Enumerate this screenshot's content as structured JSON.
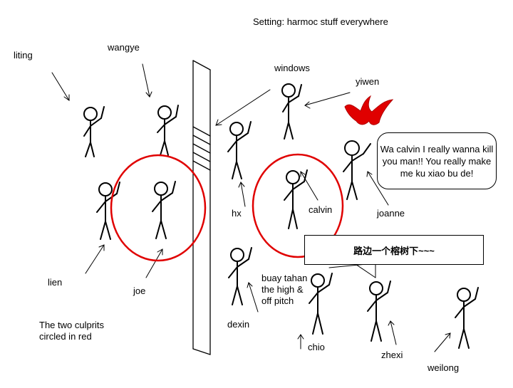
{
  "setting": "Setting: harmoc stuff everywhere",
  "people": {
    "liting": "liting",
    "wangye": "wangye",
    "windows": "windows",
    "yiwen": "yiwen",
    "hx": "hx",
    "calvin": "calvin",
    "joanne": "joanne",
    "lien": "lien",
    "joe": "joe",
    "dexin": "dexin",
    "chio": "chio",
    "zhexi": "zhexi",
    "weilong": "weilong"
  },
  "speech_bubble": "Wa calvin I really wanna kill you man!! You really make me ku xiao bu de!",
  "sign_text": "路边一个榕树下~~~",
  "dexin_caption": "buay tahan the high & off pitch",
  "culprits_note": "The two culprits circled in red",
  "colors": {
    "circle": "#e00000",
    "splat": "#e00000",
    "ink": "#000000"
  }
}
